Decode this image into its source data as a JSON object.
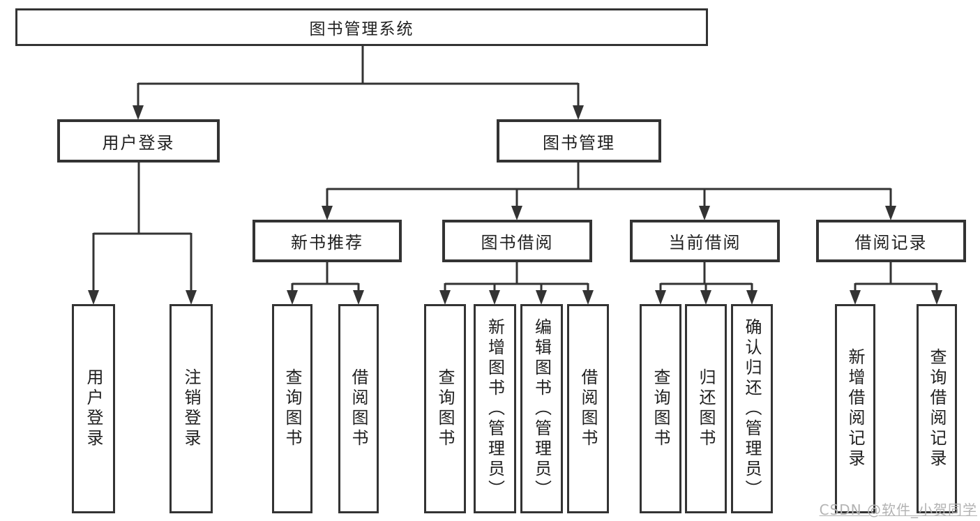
{
  "diagram_type": "hierarchy-tree",
  "tree": {
    "label": "图书管理系统",
    "children": [
      {
        "label": "用户登录",
        "children": [
          {
            "label": "用户登录"
          },
          {
            "label": "注销登录"
          }
        ]
      },
      {
        "label": "图书管理",
        "children": [
          {
            "label": "新书推荐",
            "children": [
              {
                "label": "查询图书"
              },
              {
                "label": "借阅图书"
              }
            ]
          },
          {
            "label": "图书借阅",
            "children": [
              {
                "label": "查询图书"
              },
              {
                "label": "新增图书（管理员）"
              },
              {
                "label": "编辑图书（管理员）"
              },
              {
                "label": "借阅图书"
              }
            ]
          },
          {
            "label": "当前借阅",
            "children": [
              {
                "label": "查询图书"
              },
              {
                "label": "归还图书"
              },
              {
                "label": "确认归还（管理员）"
              }
            ]
          },
          {
            "label": "借阅记录",
            "children": [
              {
                "label": "新增借阅记录"
              },
              {
                "label": "查询借阅记录"
              }
            ]
          }
        ]
      }
    ]
  },
  "watermark": "CSDN @软件_小贺同学",
  "colors": {
    "line": "#333333",
    "text": "#1f1f1f",
    "background": "#ffffff",
    "watermark": "#b3b3b3"
  }
}
